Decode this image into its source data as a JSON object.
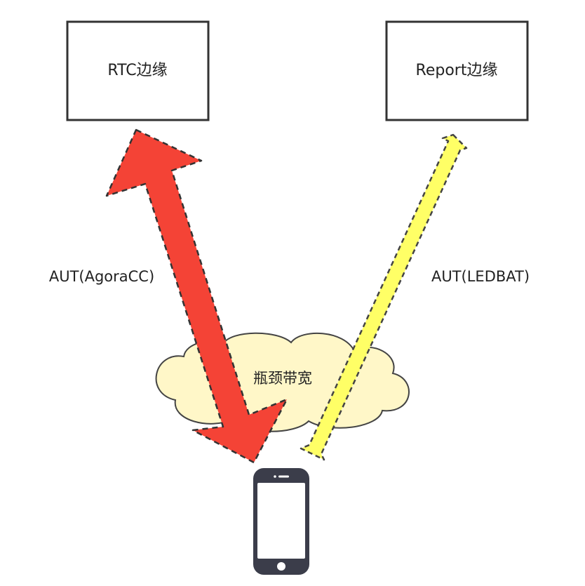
{
  "nodes": {
    "rtc_edge": {
      "label": "RTC边缘"
    },
    "report_edge": {
      "label": "Report边缘"
    },
    "bottleneck": {
      "label": "瓶颈带宽"
    }
  },
  "edges": {
    "agoracc": {
      "label": "AUT(AgoraCC)",
      "color": "#f44336"
    },
    "ledbat": {
      "label": "AUT(LEDBAT)",
      "color": "#ffff66"
    }
  },
  "colors": {
    "cloud_fill": "#fff7c8",
    "phone_body": "#3b3d4a",
    "stroke": "#333333"
  }
}
